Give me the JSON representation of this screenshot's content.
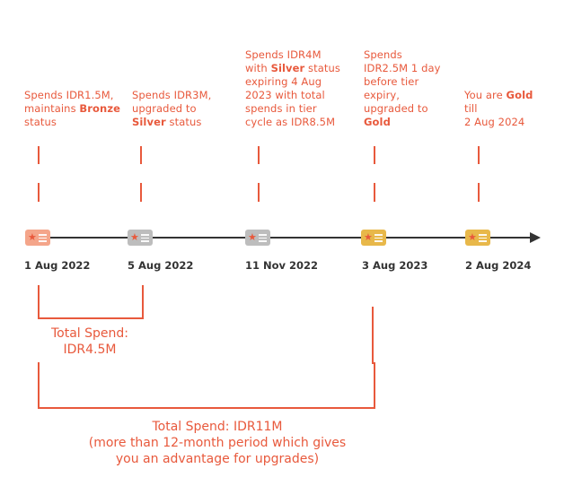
{
  "events": [
    {
      "pre": "Spends IDR1.5M,\nmaintains ",
      "strong": "Bronze",
      "post": "\nstatus"
    },
    {
      "pre": "Spends IDR3M,\nupgraded to\n",
      "strong": "Silver",
      "post": " status"
    },
    {
      "pre": "Spends IDR4M\nwith ",
      "strong": "Silver",
      "post": " status\nexpiring 4 Aug\n2023 with total\nspends in tier\ncycle as IDR8.5M"
    },
    {
      "pre": "Spends\nIDR2.5M 1 day\nbefore tier\nexpiry,\nupgraded to\n",
      "strong": "Gold",
      "post": ""
    },
    {
      "pre": "You are ",
      "strong": "Gold",
      "post": "\ntill\n2 Aug 2024"
    }
  ],
  "dates": [
    "1 Aug 2022",
    "5 Aug 2022",
    "11 Nov 2022",
    "3 Aug 2023",
    "2 Aug 2024"
  ],
  "tier_colors": [
    "#f4a58a",
    "#bdbdbd",
    "#bdbdbd",
    "#e8b84a",
    "#e8b84a"
  ],
  "totals": {
    "short_line1": "Total Spend:",
    "short_line2": "IDR4.5M",
    "long_line1": "Total Spend: IDR11M",
    "long_line2": "(more than 12-month period which gives",
    "long_line3": "you an advantage for upgrades)"
  }
}
